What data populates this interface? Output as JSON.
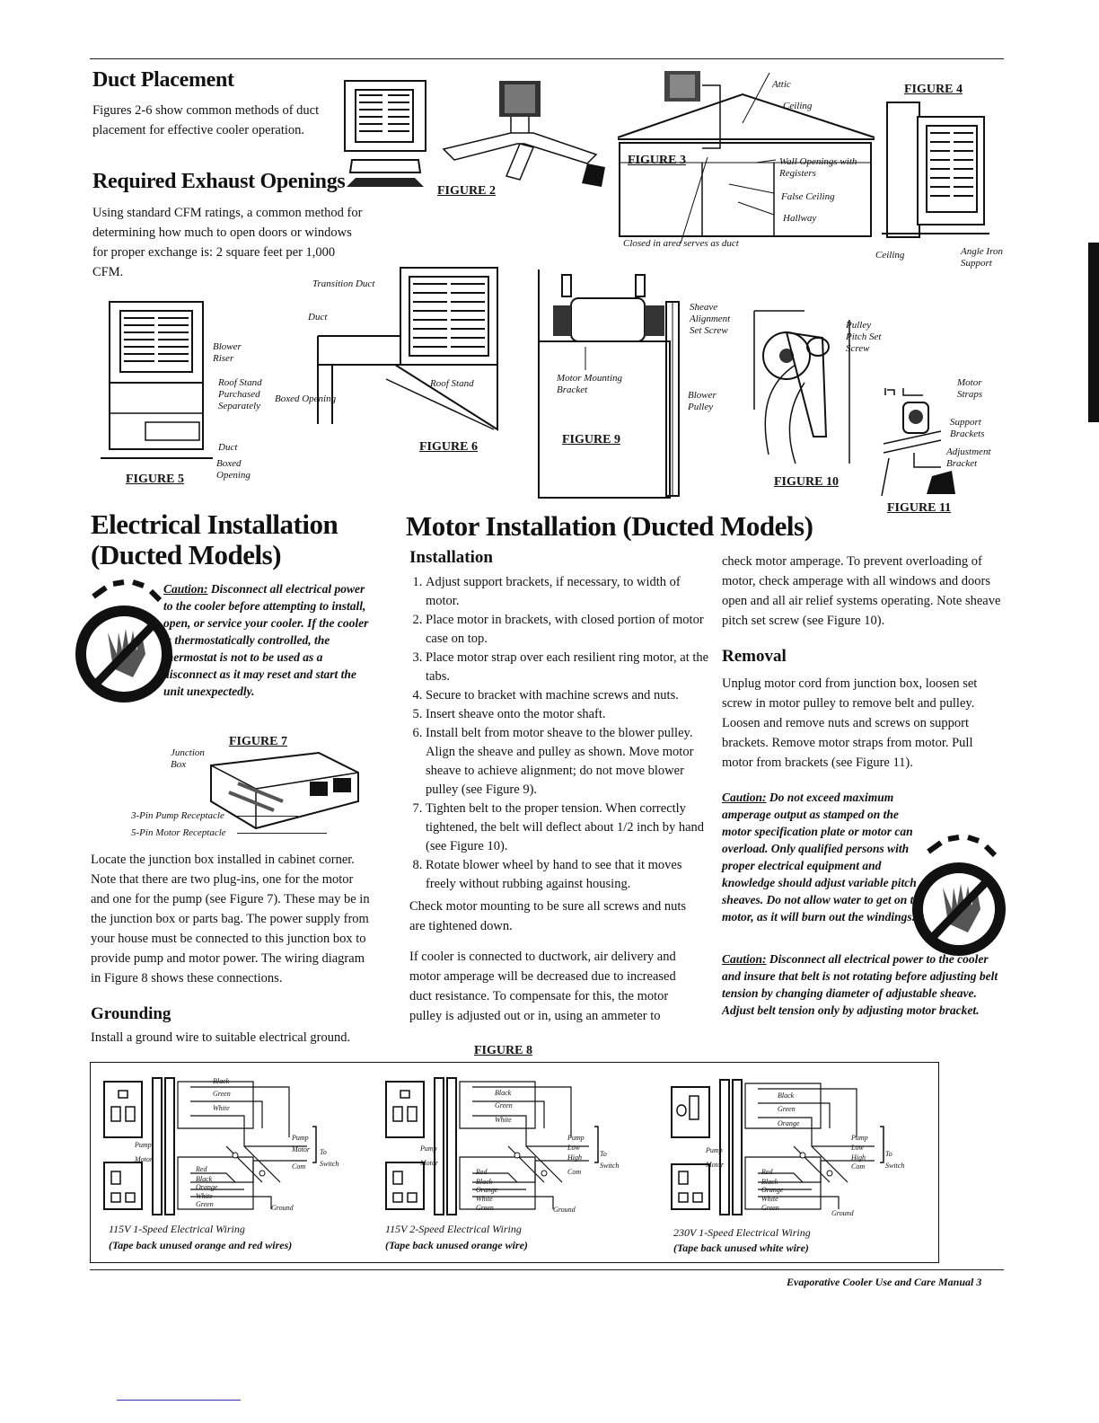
{
  "duct_placement": {
    "heading": "Duct Placement",
    "text": "Figures 2-6 show common methods of duct placement for effective cooler operation."
  },
  "exhaust": {
    "heading": "Required Exhaust Openings",
    "text": "Using standard CFM ratings, a common method for determining how much to open doors or windows for proper exchange is: 2 square feet per 1,000 CFM."
  },
  "figures": {
    "fig2": "FIGURE 2",
    "fig3": "FIGURE 3",
    "fig4": "FIGURE 4",
    "fig5": "FIGURE 5",
    "fig6": "FIGURE 6",
    "fig7": "FIGURE 7",
    "fig8": "FIGURE 8",
    "fig9": "FIGURE 9",
    "fig10": "FIGURE 10",
    "fig11": "FIGURE 11"
  },
  "fig3_labels": {
    "attic": "Attic",
    "ceiling": "Ceiling",
    "wall_openings": "Wall Openings with Registers",
    "false_ceiling": "False Ceiling",
    "hallway": "Hallway",
    "closed_in": "Closed in area serves as duct"
  },
  "fig4_labels": {
    "ceiling": "Ceiling",
    "angle_iron": "Angle Iron Support"
  },
  "fig5_labels": {
    "blower_riser": "Blower Riser",
    "roof_stand": "Roof Stand Purchased Separately",
    "duct": "Duct",
    "boxed_opening": "Boxed Opening"
  },
  "fig6_labels": {
    "transition_duct": "Transition Duct",
    "duct": "Duct",
    "boxed_opening": "Boxed Opening",
    "roof_stand": "Roof Stand"
  },
  "fig9_labels": {
    "sheave": "Sheave Alignment Set Screw",
    "motor_mounting": "Motor Mounting Bracket",
    "blower_pulley": "Blower Pulley"
  },
  "fig10_labels": {
    "pulley": "Pulley Pitch Set Screw"
  },
  "fig11_labels": {
    "motor_straps": "Motor Straps",
    "support": "Support Brackets",
    "adjustment": "Adjustment Bracket"
  },
  "electrical": {
    "heading_line1": "Electrical Installation",
    "heading_line2": "(Ducted Models)",
    "caution_word": "Caution:",
    "caution_text": "Disconnect all electrical power to the cooler before attempting to install, open, or service your cooler. If the cooler is thermostatically controlled, the thermostat is not to be used as a disconnect as it may reset and start the unit unexpectedly.",
    "fig7_junction": "Junction Box",
    "fig7_pump": "3-Pin Pump Receptacle",
    "fig7_motor": "5-Pin Motor Receptacle",
    "body": "Locate the junction box installed in cabinet corner. Note that there are two plug-ins, one for the motor and one for the pump (see Figure 7). These may be in the junction box or parts bag. The power supply from your house must be connected to this junction box to provide pump and motor power. The wiring diagram in Figure 8 shows these connections.",
    "grounding_heading": "Grounding",
    "grounding_text": "Install a ground wire to suitable electrical ground."
  },
  "motor": {
    "heading": "Motor Installation (Ducted Models)",
    "install_heading": "Installation",
    "steps": [
      "Adjust support brackets, if necessary, to width of motor.",
      "Place motor in brackets, with closed portion of motor case on top.",
      "Place motor strap over each resilient ring motor, at the tabs.",
      "Secure to bracket with machine screws and nuts.",
      "Insert sheave onto the motor shaft.",
      "Install belt from motor sheave to the blower pulley. Align the sheave and pulley as shown. Move motor sheave to achieve alignment; do not move blower pulley (see Figure 9).",
      "Tighten belt to the proper tension. When correctly tightened, the belt will deflect about 1/2 inch by hand (see Figure 10).",
      "Rotate blower wheel by hand to see that it moves freely without rubbing against housing."
    ],
    "check_text": "Check motor mounting to be sure all screws and nuts are tightened down.",
    "duct_text": "If cooler is connected to ductwork, air delivery and motor amperage will be decreased due to increased duct resistance. To compensate for this, the motor pulley is adjusted out or in, using an ammeter to",
    "cont_text": "check motor amperage. To prevent overloading of motor, check amperage with all windows and doors open and all air relief systems operating. Note sheave pitch set screw (see Figure 10).",
    "removal_heading": "Removal",
    "removal_text": "Unplug motor cord from junction box, loosen set screw in motor pulley to remove belt and pulley. Loosen and remove nuts and screws on support brackets. Remove motor straps from motor. Pull motor from brackets (see Figure 11).",
    "caution1_word": "Caution:",
    "caution1_text": "Do not exceed maximum amperage output as stamped on the motor specification plate or motor can overload. Only qualified persons with proper electrical equipment and knowledge should adjust variable pitch sheaves. Do not allow water to get on the motor, as it will burn out the windings.",
    "caution2_word": "Caution:",
    "caution2_text": "Disconnect all electrical power to the cooler and insure that belt is not rotating before adjusting belt tension by changing diameter of adjustable sheave. Adjust belt tension only by adjusting motor bracket."
  },
  "wiring": {
    "d1_caption": "115V 1-Speed Electrical Wiring",
    "d1_note": "(Tape back unused orange and red wires)",
    "d2_caption": "115V 2-Speed Electrical Wiring",
    "d2_note": "(Tape back unused orange wire)",
    "d3_caption": "230V 1-Speed Electrical Wiring",
    "d3_note": "(Tape back unused white wire)",
    "pump": "Pump",
    "motor": "Motor",
    "black": "Black",
    "green": "Green",
    "white": "White",
    "red": "Red",
    "orange": "Orange",
    "ground": "Ground",
    "to_switch": "To Switch",
    "com": "Com",
    "low": "Low",
    "high": "High"
  },
  "footer": "Evaporative Cooler Use and Care Manual 3"
}
